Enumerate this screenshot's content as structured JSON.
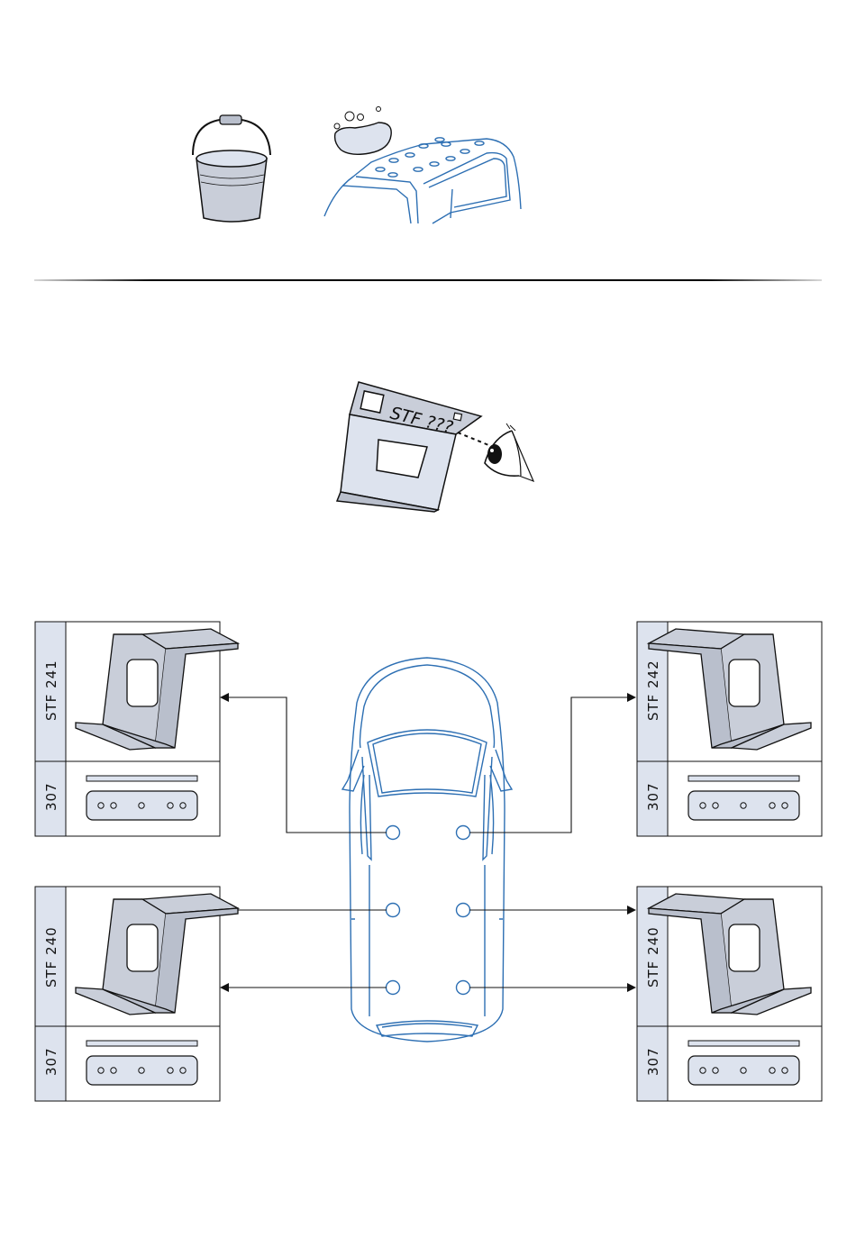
{
  "illustration_top": {
    "items": [
      "bucket-icon",
      "sponge-icon",
      "car-roof-icon"
    ]
  },
  "illustration_check": {
    "label_text": "STF ???",
    "items": [
      "bracket-icon",
      "eye-icon"
    ]
  },
  "panels": {
    "top_left": {
      "part": "STF 241",
      "strip": "307"
    },
    "top_right": {
      "part": "STF 242",
      "strip": "307"
    },
    "bottom_left": {
      "part": "STF 240",
      "strip": "307"
    },
    "bottom_right": {
      "part": "STF 240",
      "strip": "307"
    }
  },
  "colors": {
    "line_blue": "#2d6fb3",
    "fill_light": "#dde3ee",
    "fill_mid": "#c9ced9",
    "ink": "#111111"
  }
}
